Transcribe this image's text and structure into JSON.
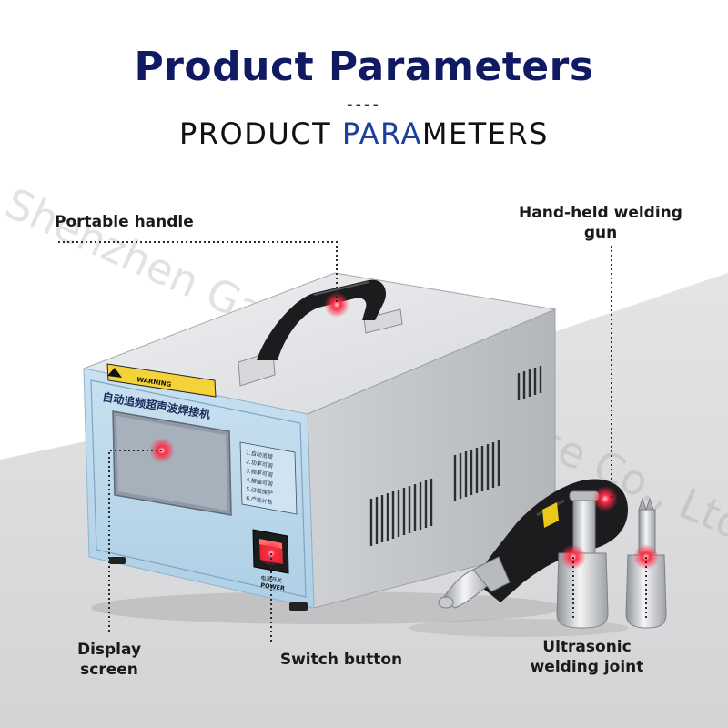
{
  "header": {
    "title": "Product Parameters",
    "dashes": "----",
    "subtitle_part1": "PRODUCT ",
    "subtitle_part2": "PARA",
    "subtitle_part3": "METERS"
  },
  "watermark": "Shenzhen Gaoyu E-commerce Co., Ltd.",
  "machine": {
    "warning_text": "WARNING",
    "front_label": "自动追频超声波焊接机",
    "features": [
      "1.自动追频",
      "2.功率可调",
      "3.频率可调",
      "4.振幅可调",
      "5.过载保护",
      "6.产能计数"
    ],
    "switch_caption_cn": "电源开关",
    "switch_caption_en": "POWER"
  },
  "callouts": {
    "portable_handle": "Portable handle",
    "welding_gun_line1": "Hand-held welding",
    "welding_gun_line2": "gun",
    "display_line1": "Display",
    "display_line2": "screen",
    "switch_button": "Switch button",
    "joint_line1": "Ultrasonic",
    "joint_line2": "welding joint"
  },
  "colors": {
    "title": "#0f1a63",
    "accent": "#1f3f9e",
    "marker": "#ff1a3a",
    "panel": "#bcd8ec"
  }
}
